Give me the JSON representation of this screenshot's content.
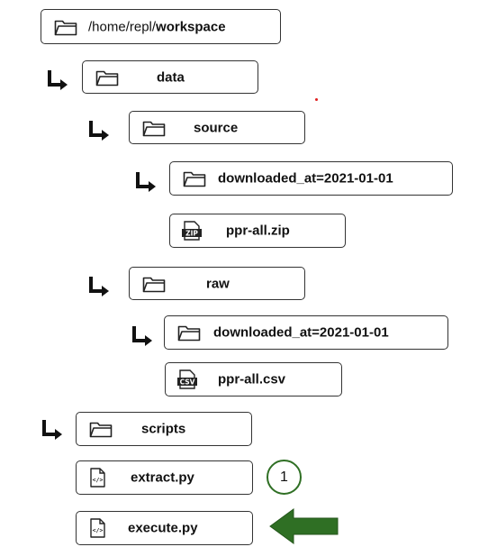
{
  "colors": {
    "border": "#333333",
    "green": "#2f6f24",
    "red_dot": "#e02020"
  },
  "tree": {
    "root": {
      "prefix": "/home/repl/",
      "name": "workspace",
      "icon": "folder-icon"
    },
    "data": {
      "label": "data",
      "icon": "folder-icon"
    },
    "source": {
      "label": "source",
      "icon": "folder-icon"
    },
    "source_downloaded": {
      "label": "downloaded_at=2021-01-01",
      "icon": "folder-icon"
    },
    "zip_file": {
      "label": "ppr-all.zip",
      "icon": "zip-file-icon",
      "icon_text": "ZIP"
    },
    "raw": {
      "label": "raw",
      "icon": "folder-icon"
    },
    "raw_downloaded": {
      "label": "downloaded_at=2021-01-01",
      "icon": "folder-icon"
    },
    "csv_file": {
      "label": "ppr-all.csv",
      "icon": "csv-file-icon",
      "icon_text": "CSV"
    },
    "scripts": {
      "label": "scripts",
      "icon": "folder-icon"
    },
    "extract": {
      "label": "extract.py",
      "icon": "code-file-icon",
      "icon_text": "</>"
    },
    "execute": {
      "label": "execute.py",
      "icon": "code-file-icon",
      "icon_text": "</>"
    }
  },
  "step_marker": {
    "text": "1"
  },
  "pointer_arrow": {
    "icon": "big-left-arrow-icon"
  }
}
